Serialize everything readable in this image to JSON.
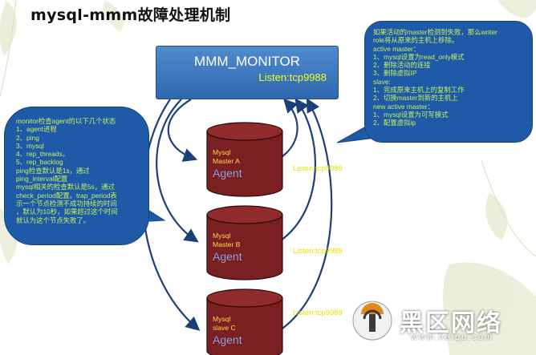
{
  "title": "mysql-mmm故障处理机制",
  "monitor": {
    "name": "MMM_MONITOR",
    "listen": "Listen:tcp9988"
  },
  "left_note": [
    "monitor检查agent的以下几个状态",
    "1、agent进程",
    "2、ping",
    "3、mysql",
    "4、rep_threads。",
    "5、rep_backlog",
    "ping检查默认是1s，通过",
    "ping_interval配置",
    "mysql相关的检查默认是5s，通过",
    "check_period配置。trap_period表",
    "示一个节点检测不成功持续的时间",
    "，默认为10秒，如果超过这个时间",
    "就认为这个节点失败了。"
  ],
  "right_note": [
    "如果活动的master检测到失败，那么writer",
    "role将从原来的主机上移除。",
    "active master：",
    "1、mysql设置为read_only模式",
    "2、删除活动的连接",
    "3、删除虚拟IP",
    "slave:",
    "1、完成原来主机上的复制工作",
    "2、切换master到新的主机上",
    "new active master：",
    "1、mysql设置为可写模式",
    "2、配置虚拟ip"
  ],
  "nodes": [
    {
      "line1": "Mysql",
      "line2": "Master A",
      "agent": "Agent",
      "listen": "Listen:tcp9989"
    },
    {
      "line1": "Mysql",
      "line2": "Master B",
      "agent": "Agent",
      "listen": "Listen:tcp9989"
    },
    {
      "line1": "Mysql",
      "line2": "slave C",
      "agent": "Agent",
      "listen": "Listen:tcp9989"
    }
  ],
  "watermark": {
    "text": "黑区网络",
    "url": "www.heiqu.com"
  },
  "colors": {
    "monitor_fill": "#3d7bc4",
    "callout_fill": "#1e5aa8",
    "callout_text": "#c8f05a",
    "db_fill": "#7a1f22",
    "db_label": "#ffd94a",
    "agent_text": "#8a9fdc",
    "listen_text": "#e8df00",
    "arrow": "#1d3f78"
  }
}
